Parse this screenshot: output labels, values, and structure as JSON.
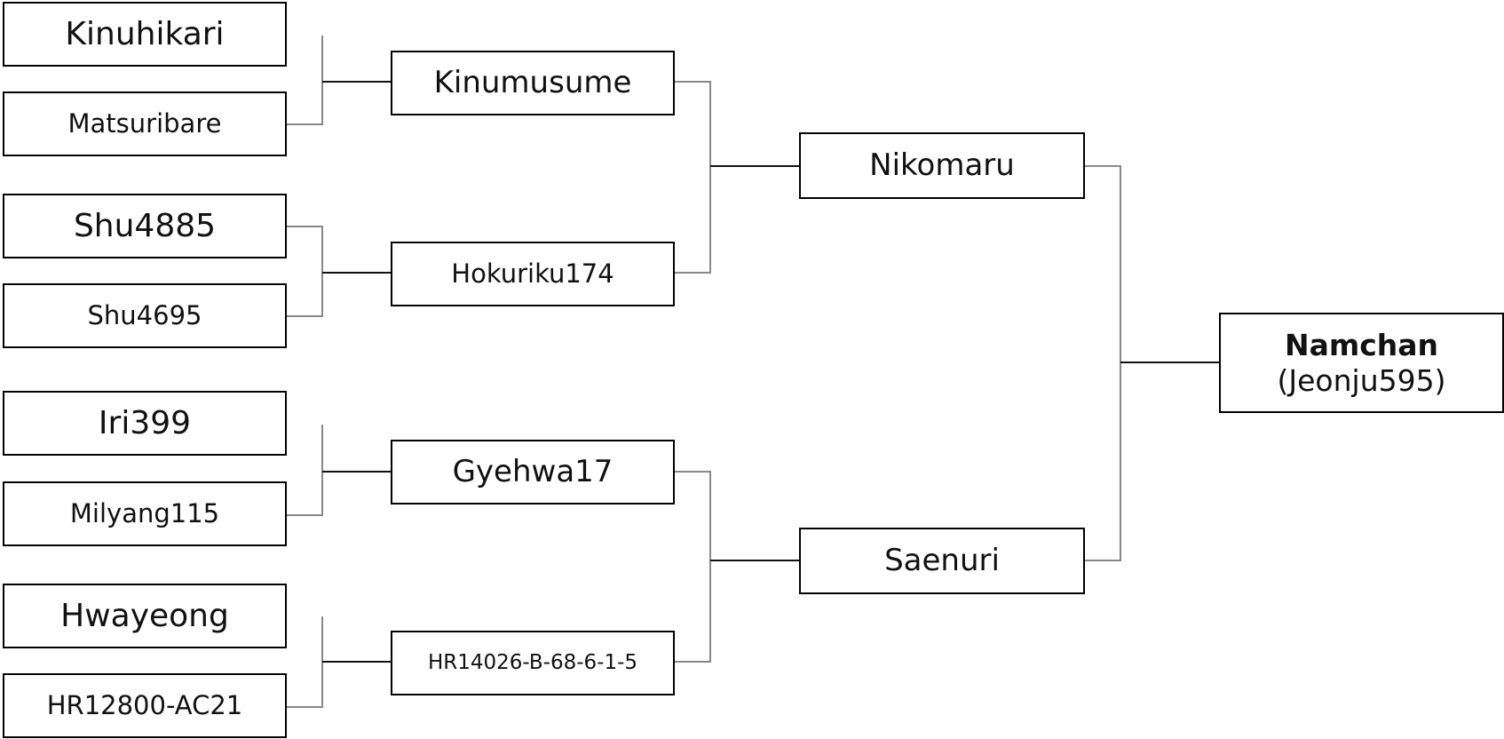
{
  "pedigree": {
    "grandparents": [
      {
        "name": "Kinuhikari"
      },
      {
        "name": "Matsuribare"
      },
      {
        "name": "Shu4885"
      },
      {
        "name": "Shu4695"
      },
      {
        "name": "Iri399"
      },
      {
        "name": "Milyang115"
      },
      {
        "name": "Hwayeong"
      },
      {
        "name": "HR12800-AC21"
      }
    ],
    "parents": [
      {
        "name": "Kinumusume"
      },
      {
        "name": "Hokuriku174"
      },
      {
        "name": "Gyehwa17"
      },
      {
        "name": "HR14026-B-68-6-1-5"
      }
    ],
    "crosses": [
      {
        "name": "Nikomaru"
      },
      {
        "name": "Saenuri"
      }
    ],
    "cultivar": {
      "name": "Namchan",
      "line": "(Jeonju595)"
    },
    "colors": {
      "box_border": "#000000",
      "connector": "#888888",
      "connector_dark": "#111111"
    }
  }
}
